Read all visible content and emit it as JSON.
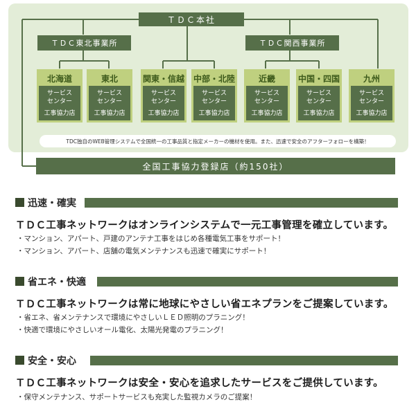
{
  "org": {
    "hq": "ＴＤＣ本社",
    "branches": [
      {
        "name": "ＴＤＣ東北事業所"
      },
      {
        "name": "ＴＤＣ関西事業所"
      }
    ],
    "regions": [
      {
        "name": "北海道",
        "service": "サービス",
        "center": "センター",
        "partner": "工事協力店"
      },
      {
        "name": "東北",
        "service": "サービス",
        "center": "センター",
        "partner": "工事協力店"
      },
      {
        "name": "関東・信越",
        "service": "サービス",
        "center": "センター",
        "partner": "工事協力店"
      },
      {
        "name": "中部・北陸",
        "service": "サービス",
        "center": "センター",
        "partner": "工事協力店"
      },
      {
        "name": "近畿",
        "service": "サービス",
        "center": "センター",
        "partner": "工事協力店"
      },
      {
        "name": "中国・四国",
        "service": "サービス",
        "center": "センター",
        "partner": "工事協力店"
      },
      {
        "name": "九州",
        "service": "サービス",
        "center": "センター",
        "partner": "工事協力店"
      }
    ],
    "note": "TDC独自のWEB管理システムで全国統一の工事品質と指定メーカーの機材を使用。また、迅速で安全のアフターフォローを構築！",
    "registered": "全国工事協力登録店（約150社）"
  },
  "sections": [
    {
      "title": "迅速・確実",
      "headline": "ＴＤＣ工事ネットワークはオンラインシステムで一元工事管理を確立しています。",
      "bullets": [
        "・マンション、アパート、戸建のアンテナ工事をはじめ各種電気工事をサポート！",
        "・マンション、アパート、店舗の電気メンテナンスも迅速で確実にサポート！"
      ]
    },
    {
      "title": "省エネ・快適",
      "headline": "ＴＤＣ工事ネットワークは常に地球にやさしい省エネプランをご提案しています。",
      "bullets": [
        "・省エネ、省メンテナンスで環境にやさしいＬＥＤ照明のプラニング！",
        "・快適で環境にやさしいオール電化、太陽光発電のプラニング！"
      ]
    },
    {
      "title": "安全・安心",
      "headline": "ＴＤＣ工事ネットワークは安全・安心を追求したサービスをご提供しています。",
      "bullets": [
        "・保守メンテナンス、サポートサービスも充実した監視カメラのご提案！"
      ]
    }
  ],
  "colors": {
    "dark_green": "#566f49",
    "light_green": "#bfd07f",
    "panel_bg": "#e3edd8"
  }
}
